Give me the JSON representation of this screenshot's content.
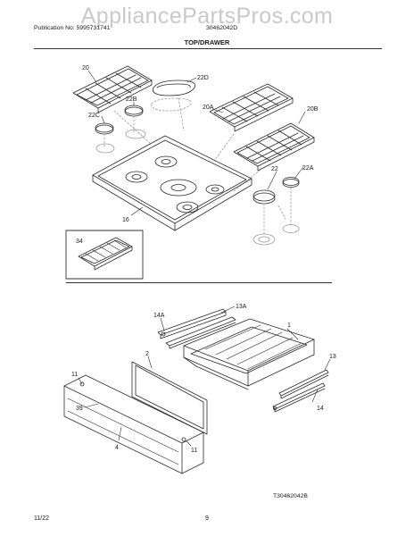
{
  "watermark": "AppliancePartsPros.com",
  "header": {
    "publication": "Publication No: 5995731741",
    "model": "30462042D"
  },
  "section_title": "TOP/DRAWER",
  "callouts": {
    "grate_left": "20",
    "cap_22d": "22D",
    "cap_22b": "22B",
    "grate_20a": "20A",
    "grate_20b": "20B",
    "cap_22c": "22C",
    "cap_22": "22",
    "cap_22a": "22A",
    "cooktop_16": "16",
    "griddle_34": "34",
    "rail_13a": "13A",
    "rail_14a": "14A",
    "drawer_1": "1",
    "panel_2": "2",
    "rail_13": "13",
    "part_11_top": "11",
    "rail_14": "14",
    "part_39": "39",
    "front_4": "4",
    "part_11_bottom": "11"
  },
  "doc_id": "T30462042B",
  "footer": {
    "date": "11/22",
    "page": "9"
  }
}
